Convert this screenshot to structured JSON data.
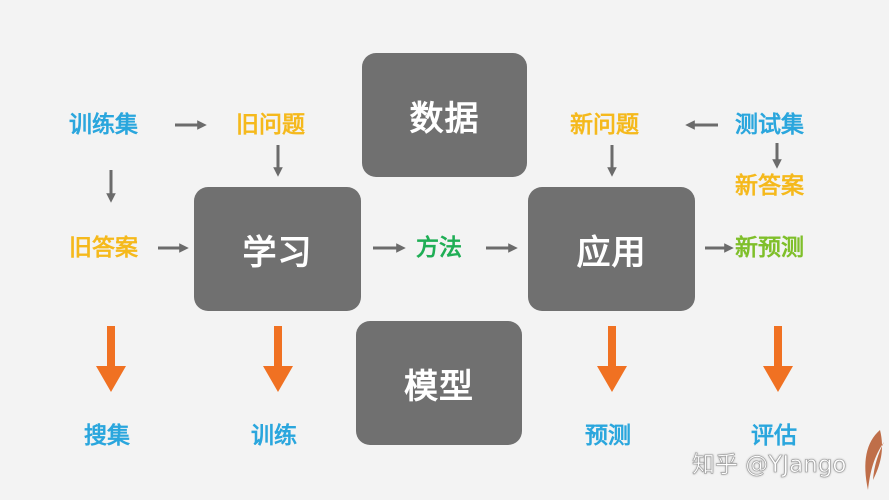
{
  "boxes": {
    "data": "数据",
    "learn": "学习",
    "apply": "应用",
    "model": "模型"
  },
  "labels": {
    "train_set": "训练集",
    "old_question": "旧问题",
    "old_answer": "旧答案",
    "method": "方法",
    "new_question": "新问题",
    "test_set": "测试集",
    "new_answer": "新答案",
    "new_prediction": "新预测"
  },
  "stages": {
    "collect": "搜集",
    "train": "训练",
    "predict": "预测",
    "evaluate": "评估"
  },
  "watermark": "知乎 @YJango",
  "colors": {
    "box": "#707070",
    "blue": "#2aa6dd",
    "yellow": "#f5b91c",
    "green": "#1fae55",
    "lime": "#7fbf2a",
    "orange_arrow": "#f07122",
    "gray_arrow": "#6b6b6b"
  }
}
